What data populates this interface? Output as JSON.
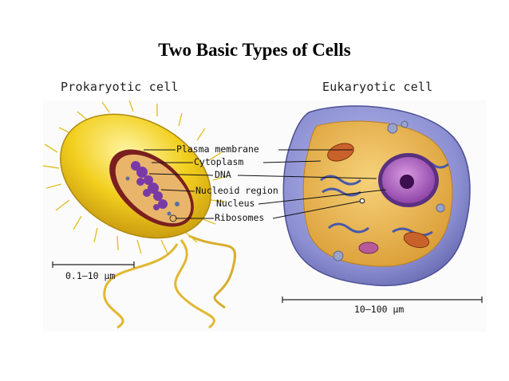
{
  "title": "Two Basic Types of Cells",
  "prokaryote": {
    "heading": "Prokaryotic cell",
    "scale": "0.1–10 µm"
  },
  "eukaryote": {
    "heading": "Eukaryotic cell",
    "scale": "10–100 µm"
  },
  "labels": [
    "Plasma membrane",
    "Cytoplasm",
    "DNA",
    "Nucleoid region",
    "Nucleus",
    "Ribosomes"
  ],
  "colors": {
    "prokaryote_body": "#f2cf1e",
    "prokaryote_cytoplasm": "#e9b56a",
    "dna": "#7a3aa6",
    "eukaryote_membrane": "#8c8fd1",
    "eukaryote_cytoplasm": "#e6b64b",
    "nucleus": "#b05ac4"
  }
}
